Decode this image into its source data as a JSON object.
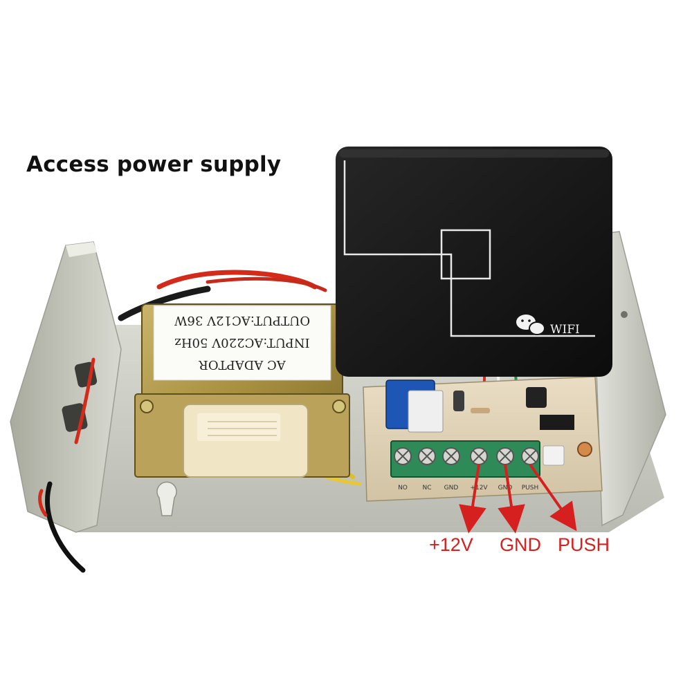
{
  "headline": "Access power supply",
  "transformer_label": {
    "line1": "AC ADAPTOR",
    "line2": "INPUT:AC220V 50Hz",
    "line3": "OUTPUT:AC12V  36W"
  },
  "reader_label": "WIFI",
  "terminal_labels": [
    "NO",
    "NC",
    "GND",
    "+12V",
    "GND",
    "PUSH"
  ],
  "callouts": {
    "plus12v": "+12V",
    "gnd": "GND",
    "push": "PUSH"
  },
  "colors": {
    "callout_red": "#d62020",
    "board_green": "#2e8b57",
    "case_gray": "#c9cbc3",
    "reader_black": "#141414"
  }
}
